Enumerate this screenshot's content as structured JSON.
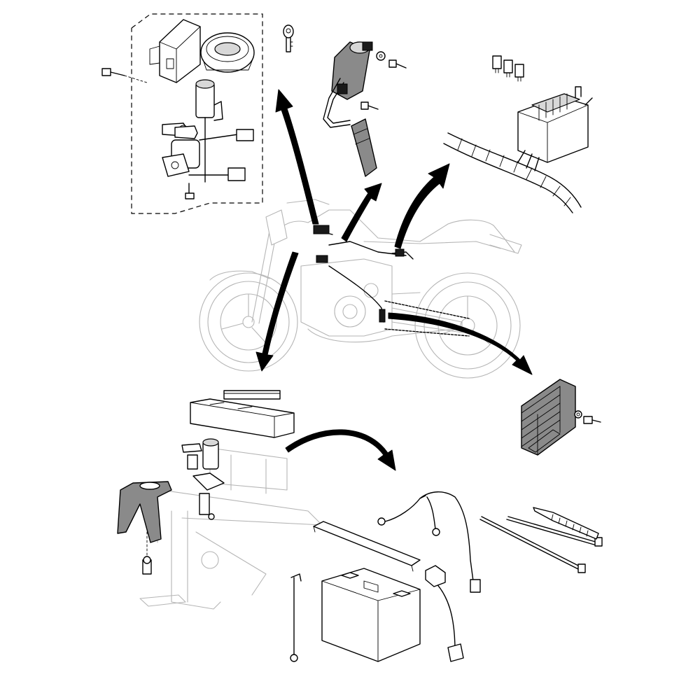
{
  "diagram": {
    "kind": "exploded-parts",
    "subject": "motorcycle",
    "background": "#ffffff",
    "line_color": "#000000",
    "ghost_color": "#b5b5b5",
    "part_groups": [
      {
        "id": "ignition-group",
        "parts": [
          "ecu-unit",
          "fuel-cap",
          "key",
          "main-switch",
          "steering-lock",
          "bolt"
        ]
      },
      {
        "id": "ignition-coil-group",
        "parts": [
          "ignition-coil",
          "spark-plug-cap",
          "bolt",
          "washer"
        ]
      },
      {
        "id": "fuse-box-group",
        "parts": [
          "fuse-box",
          "fuses",
          "spiral-wrap",
          "wire-harness"
        ]
      },
      {
        "id": "battery-box-group",
        "parts": [
          "battery-cover",
          "battery-box",
          "bracket",
          "bolt"
        ]
      },
      {
        "id": "rectifier-group",
        "parts": [
          "rectifier-regulator",
          "washer",
          "bolt"
        ]
      },
      {
        "id": "battery-group",
        "parts": [
          "battery",
          "battery-band",
          "cables",
          "cable-ties",
          "terminal-covers"
        ]
      }
    ]
  }
}
